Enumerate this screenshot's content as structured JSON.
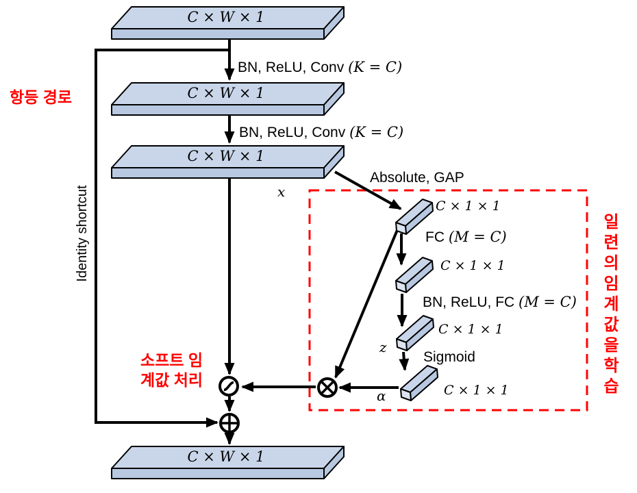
{
  "colors": {
    "accent_red": "#ff0000",
    "slab_top": "#c9d6ea",
    "slab_front": "#b7c8e0",
    "rod_cap": "#dce4f1",
    "line": "#000000"
  },
  "feature_maps": [
    "C × W × 1",
    "C × W × 1",
    "C × W × 1",
    "C × W × 1"
  ],
  "operations": {
    "conv1": {
      "prefix": "BN, ReLU, Conv ",
      "math": "(K = C)"
    },
    "conv2": {
      "prefix": "BN, ReLU, Conv ",
      "math": "(K = C)"
    },
    "absolute_gap": "Absolute, GAP",
    "fc": {
      "prefix": "FC ",
      "math": "(M = C)"
    },
    "bn_relu_fc": {
      "prefix": "BN, ReLU, FC ",
      "math": "(M = C)"
    },
    "sigmoid": "Sigmoid"
  },
  "vectors": [
    "C × 1 × 1",
    "C × 1 × 1",
    "C × 1 × 1",
    "C × 1 × 1"
  ],
  "variables": {
    "x": "x",
    "z": "z",
    "alpha": "α"
  },
  "annotations": {
    "identity_path_ko": "항등 경로",
    "identity_shortcut_en": "Identity shortcut",
    "soft_threshold_ko_line1": "소프트 임",
    "soft_threshold_ko_line2": "계값 처리",
    "learn_thresholds_ko": "일련의임계값을학습"
  }
}
